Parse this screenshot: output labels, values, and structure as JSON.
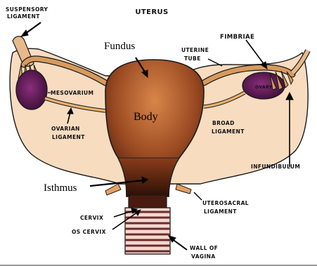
{
  "diagram": {
    "title": "UTERUS",
    "labels": {
      "suspensory_ligament_line1": "SUSPENSORY",
      "suspensory_ligament_line2": "LIGAMENT",
      "fundus": "Fundus",
      "uterine_tube_line1": "UTERINE",
      "uterine_tube_line2": "TUBE",
      "fimbriae": "FIMBRIAE",
      "mesovarium": "MESOVARIUM",
      "ovary": "OVARY",
      "body": "Body",
      "ovarian_ligament_line1": "OVARIAN",
      "ovarian_ligament_line2": "LIGAMENT",
      "broad_ligament_line1": "BROAD",
      "broad_ligament_line2": "LIGAMENT",
      "infundibulum": "INFUNDIBULUM",
      "isthmus": "Isthmus",
      "uterosacral_ligament_line1": "UTEROSACRAL",
      "uterosacral_ligament_line2": "LIGAMENT",
      "cervix": "CERVIX",
      "os_cervix": "OS CERVIX",
      "wall_of_vagina_line1": "WALL OF",
      "wall_of_vagina_line2": "VAGINA"
    },
    "colors": {
      "outline": "#1a1a1a",
      "broad_ligament_fill": "#f7dcc0",
      "uterus_light": "#c8703a",
      "uterus_dark": "#3a1608",
      "ovary": "#5a1a4f",
      "tube": "#d89a5c",
      "vagina_stripes": "#6b2c2c"
    }
  }
}
